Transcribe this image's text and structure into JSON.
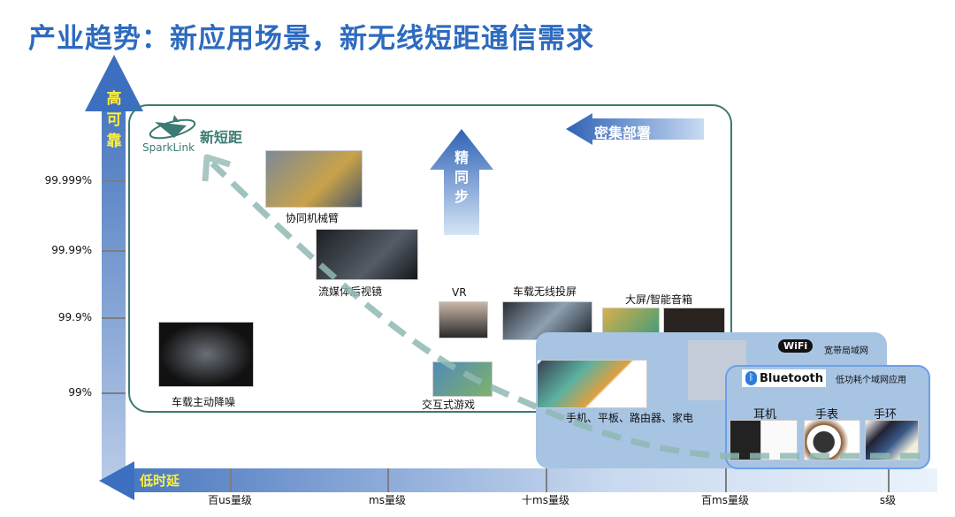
{
  "title": "产业趋势：新应用场景，新无线短距通信需求",
  "y_axis": {
    "label": "高可靠",
    "ticks": [
      "99.999%",
      "99.99%",
      "99.9%",
      "99%"
    ]
  },
  "x_axis": {
    "label": "低时延",
    "ticks": [
      "百us量级",
      "ms量级",
      "十ms量级",
      "百ms量级",
      "s级"
    ]
  },
  "sparklink": {
    "logo_text": "SparkLink",
    "label": "新短距"
  },
  "arrows": {
    "dense": "密集部署",
    "sync": "精同步"
  },
  "items": {
    "robot_arm": "协同机械臂",
    "mirror": "流媒体后视镜",
    "vr": "VR",
    "car_cast": "车载无线投屏",
    "screen": "大屏/智能音箱",
    "noise": "车载主动降噪",
    "game": "交互式游戏",
    "devices": "手机、平板、路由器、家电"
  },
  "wifi": {
    "logo": "WiFi",
    "desc": "宽带局域网"
  },
  "bluetooth": {
    "logo": "Bluetooth",
    "desc": "低功耗个域网应用",
    "items": [
      "耳机",
      "手表",
      "手环"
    ]
  },
  "colors": {
    "title": "#2e6bbf",
    "frame": "#3b7b73",
    "trend": "#8fb8b4"
  }
}
